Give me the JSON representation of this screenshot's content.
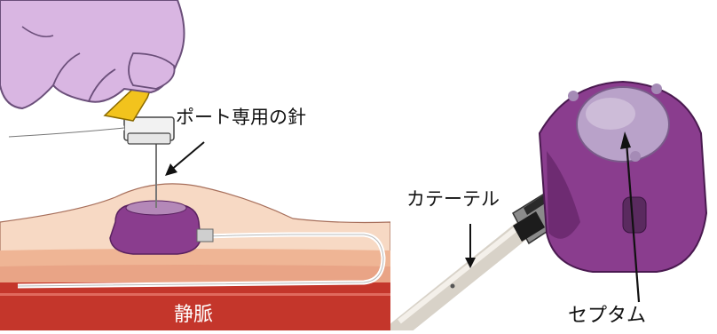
{
  "left_panel": {
    "needle_label": "ポート専用の針",
    "vein_label": "静脈"
  },
  "right_panel": {
    "catheter_label": "カテーテル",
    "septum_label": "セプタム"
  },
  "colors": {
    "glove": "#d9b6e2",
    "glove_outline": "#6b4f7a",
    "skin": "#f7d9c4",
    "tissue": "#efb595",
    "vein": "#c4362b",
    "port_purple": "#8a3d8e",
    "septum": "#b9a2c9",
    "wing_yellow": "#f2c31d"
  }
}
